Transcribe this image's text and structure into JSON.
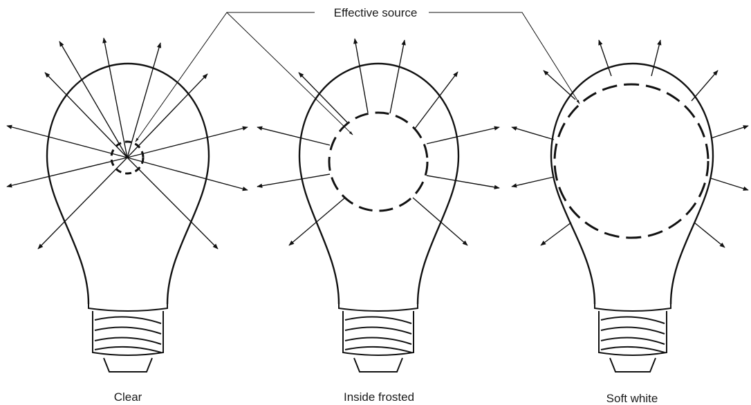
{
  "callout": {
    "label": "Effective source"
  },
  "bulbs": [
    {
      "id": "clear",
      "label": "Clear"
    },
    {
      "id": "inside-frosted",
      "label": "Inside frosted"
    },
    {
      "id": "soft-white",
      "label": "Soft white"
    }
  ]
}
